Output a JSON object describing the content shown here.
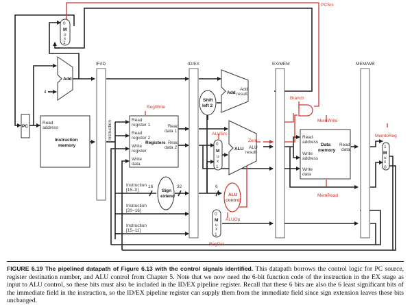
{
  "pipeline_registers": [
    "IF/ID",
    "ID/EX",
    "EX/MEM",
    "MEM/WB"
  ],
  "components": {
    "pc": "PC",
    "add_pc": "Add",
    "constant_4": "4",
    "instr_mem": {
      "port": [
        "Read",
        "address"
      ],
      "title": [
        "Instruction",
        "memory"
      ],
      "side": "Instruction"
    },
    "registers": {
      "title": "Registers",
      "read_reg1": [
        "Read",
        "register 1"
      ],
      "read_reg2": [
        "Read",
        "register 2"
      ],
      "write_reg": [
        "Write",
        "register"
      ],
      "write_data": [
        "Write",
        "data"
      ],
      "read_data1": [
        "Read",
        "data 1"
      ],
      "read_data2": [
        "Read",
        "data 2"
      ]
    },
    "sign_extend": [
      "Sign",
      "extend"
    ],
    "shift_left": [
      "Shift",
      "left 2"
    ],
    "add_branch": {
      "title": "Add",
      "result": [
        "Add",
        "result"
      ]
    },
    "alu": {
      "title": "ALU",
      "zero": "Zero",
      "result": [
        "ALU",
        "result"
      ]
    },
    "alu_control": [
      "ALU",
      "control"
    ],
    "data_mem": {
      "title": [
        "Data",
        "memory"
      ],
      "read_address": [
        "Read",
        "address"
      ],
      "write_address": [
        "Write",
        "address"
      ],
      "write_data": [
        "Write",
        "data"
      ],
      "read_data": [
        "Read",
        "data"
      ]
    },
    "mux_letters": [
      "M",
      "u",
      "x"
    ],
    "bit_widths": {
      "in16": "16",
      "out32": "32",
      "six": "6"
    },
    "instr_fields": [
      [
        "Instruction",
        "[15–0]"
      ],
      [
        "Instruction",
        "[20–16]"
      ],
      [
        "Instruction",
        "[15–11]"
      ]
    ]
  },
  "control_signals": {
    "pcsrc": "PCSrc",
    "regwrite": "RegWrite",
    "alusrc": "ALUSrc",
    "aluop": "ALUOp",
    "regdst": "RegDst",
    "branch": "Branch",
    "memwrite": "MemWrite",
    "memread": "MemRead",
    "memtoreg": "MemtoReg"
  },
  "colors": {
    "control": "#d0342c",
    "wire": "#222222"
  },
  "caption": {
    "figure": "FIGURE 6.19 The pipelined datapath of Figure 6.13 with the control signals identified.",
    "body": " This datapath borrows the control logic for PC source, register destination number, and ALU control from Chapter 5. Note that we now need the 6-bit function code of the instruction in the EX stage as input to ALU control, so these bits must also be included in the ID/EX pipeline register. Recall that these 6 bits are also the 6 least significant bits of the immediate field in the instruction, so the ID/EX pipeline register can supply them from the immediate field since sign extension leaves these bits unchanged."
  }
}
